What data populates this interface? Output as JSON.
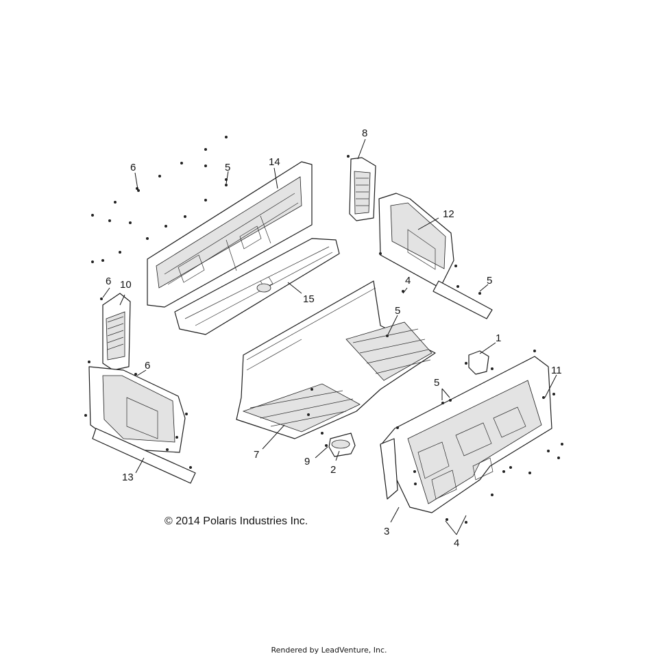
{
  "diagram": {
    "callouts": [
      "1",
      "2",
      "3",
      "4",
      "4",
      "5",
      "5",
      "5",
      "5",
      "6",
      "6",
      "6",
      "7",
      "8",
      "9",
      "10",
      "11",
      "12",
      "13",
      "14",
      "15"
    ],
    "copyright": "© 2014 Polaris Industries Inc.",
    "footer": "Rendered by LeadVenture, Inc."
  }
}
